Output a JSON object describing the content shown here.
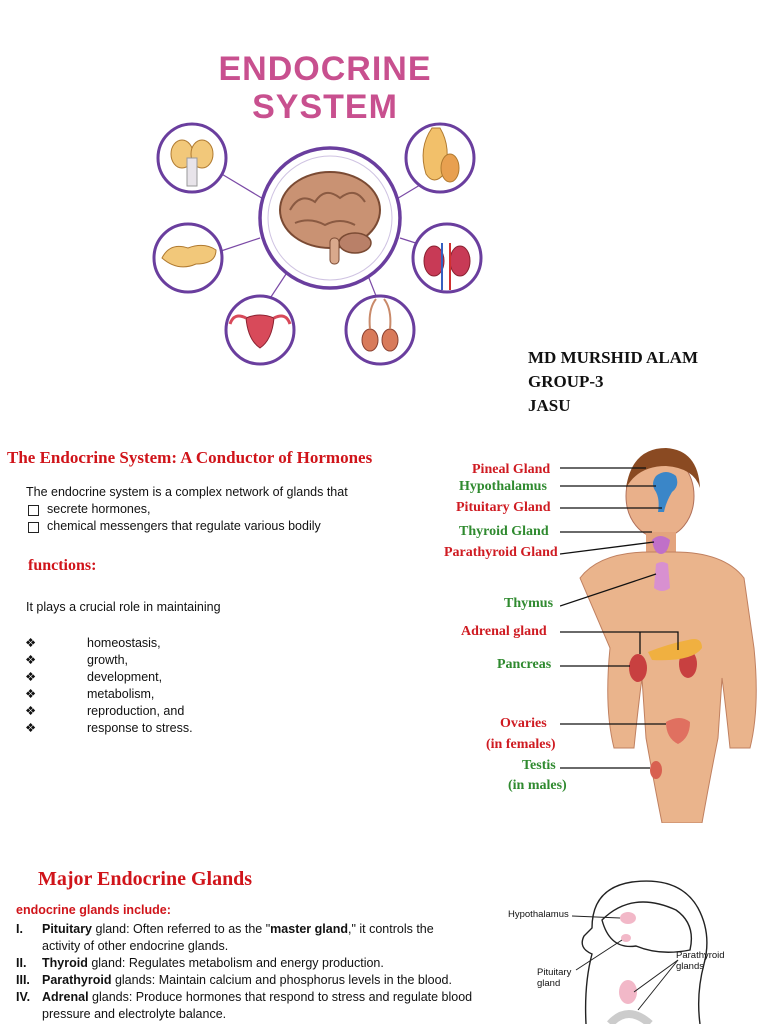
{
  "cover": {
    "title_line1": "ENDOCRINE",
    "title_line2": "SYSTEM",
    "author_line1": "MD MURSHID ALAM",
    "author_line2": "GROUP-3",
    "author_line3": "JASU"
  },
  "intro": {
    "heading": "The Endocrine System: A Conductor of Hormones",
    "paragraph": "The endocrine system is a complex network of glands that",
    "checks": [
      "secrete hormones,",
      "chemical messengers that regulate various bodily"
    ],
    "functions_heading": "functions:",
    "role_text": "It plays a crucial role in maintaining",
    "bullet_marker": "❖",
    "bullets": [
      "homeostasis,",
      "growth,",
      "development,",
      "metabolism,",
      "reproduction, and",
      "response to stress."
    ]
  },
  "diagram": {
    "labels": {
      "pineal": "Pineal Gland",
      "hypothalamus": "Hypothalamus",
      "pituitary": "Pituitary Gland",
      "thyroid": "Thyroid Gland",
      "parathyroid": "Parathyroid Gland",
      "thymus": "Thymus",
      "adrenal": "Adrenal gland",
      "pancreas": "Pancreas",
      "ovaries": "Ovaries",
      "ovaries_note": "(in females)",
      "testis": "Testis",
      "testis_note": "(in males)"
    }
  },
  "major": {
    "heading": "Major Endocrine Glands",
    "subheading": "endocrine glands include:",
    "items": [
      {
        "num": "I.",
        "name": "Pituitary",
        "rest1": " gland: Often referred to as the \"",
        "bold2": "master gland",
        "rest2": ",\" it controls the",
        "cont": "activity of other endocrine glands."
      },
      {
        "num": "II.",
        "name": "Thyroid",
        "rest1": " gland: Regulates metabolism and energy production."
      },
      {
        "num": "III.",
        "name": "Parathyroid",
        "rest1": " glands: Maintain calcium and phosphorus levels in the blood."
      },
      {
        "num": "IV.",
        "name": "Adrenal",
        "rest1": " glands: Produce hormones that respond to stress and regulate blood",
        "cont": "pressure and electrolyte balance."
      }
    ],
    "head_labels": {
      "hypothalamus": "Hypothalamus",
      "pituitary1": "Pituitary",
      "pituitary2": "gland",
      "parathyroid1": "Parathyroid",
      "parathyroid2": "glands"
    }
  }
}
